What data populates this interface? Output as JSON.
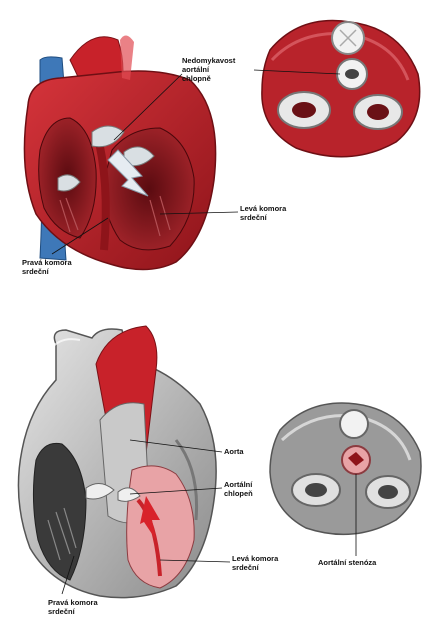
{
  "top_panel": {
    "labels": {
      "insufficiency": "Nedomykavost\naortální\nchlopně",
      "left_ventricle": "Levá komora\nsrdeční",
      "right_ventricle": "Pravá komora\nsrdeční"
    },
    "colors": {
      "muscle": "#b8232b",
      "muscle_dark": "#6e0f14",
      "valve": "#d9dfe3",
      "vessel_blue": "#3e78b8",
      "aorta": "#c8222a"
    }
  },
  "bottom_panel": {
    "labels": {
      "aorta": "Aorta",
      "aortic_valve": "Aortální\nchlopeň",
      "left_ventricle": "Levá komora\nsrdeční",
      "right_ventricle": "Pravá komora\nsrdeční",
      "stenosis": "Aortální stenóza"
    },
    "colors": {
      "muscle_gray": "#9a9a9a",
      "muscle_light": "#d6d6d6",
      "aorta": "#c8222a",
      "chamber": "#e8a3a6"
    }
  }
}
